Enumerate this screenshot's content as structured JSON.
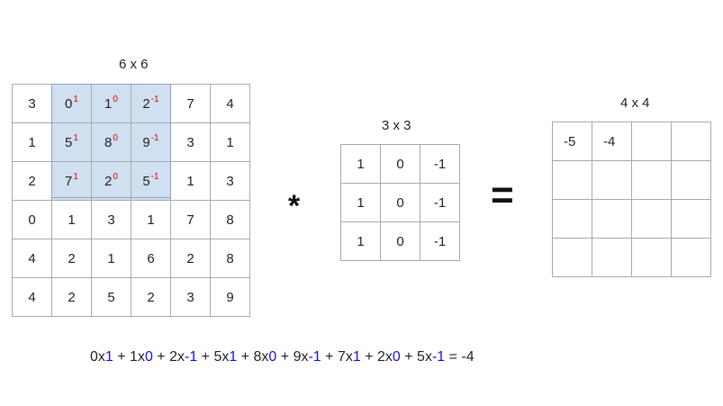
{
  "input": {
    "title": "6 x 6",
    "rows": [
      [
        "3",
        "0",
        "1",
        "2",
        "7",
        "4"
      ],
      [
        "1",
        "5",
        "8",
        "9",
        "3",
        "1"
      ],
      [
        "2",
        "7",
        "2",
        "5",
        "1",
        "3"
      ],
      [
        "0",
        "1",
        "3",
        "1",
        "7",
        "8"
      ],
      [
        "4",
        "2",
        "1",
        "6",
        "2",
        "8"
      ],
      [
        "4",
        "2",
        "5",
        "2",
        "3",
        "9"
      ]
    ],
    "overlay_weights": [
      [
        "1",
        "0",
        "-1"
      ],
      [
        "1",
        "0",
        "-1"
      ],
      [
        "1",
        "0",
        "-1"
      ]
    ],
    "highlight_color": "#cfe0f1",
    "weight_color": "#e00000"
  },
  "operator": "*",
  "kernel": {
    "title": "3 x 3",
    "rows": [
      [
        "1",
        "0",
        "-1"
      ],
      [
        "1",
        "0",
        "-1"
      ],
      [
        "1",
        "0",
        "-1"
      ]
    ]
  },
  "equals": "=",
  "output": {
    "title": "4 x 4",
    "rows": [
      [
        "-5",
        "-4",
        "",
        ""
      ],
      [
        "",
        "",
        "",
        ""
      ],
      [
        "",
        "",
        "",
        ""
      ],
      [
        "",
        "",
        "",
        ""
      ]
    ]
  },
  "formula": {
    "terms": [
      {
        "a": "0",
        "w": "1"
      },
      {
        "a": "1",
        "w": "0"
      },
      {
        "a": "2",
        "w": "-1"
      },
      {
        "a": "5",
        "w": "1"
      },
      {
        "a": "8",
        "w": "0"
      },
      {
        "a": "9",
        "w": "-1"
      },
      {
        "a": "7",
        "w": "1"
      },
      {
        "a": "2",
        "w": "0"
      },
      {
        "a": "5",
        "w": "-1"
      }
    ],
    "times": "x",
    "plus": " + ",
    "result": " = -4",
    "weight_color": "#1010ee"
  }
}
